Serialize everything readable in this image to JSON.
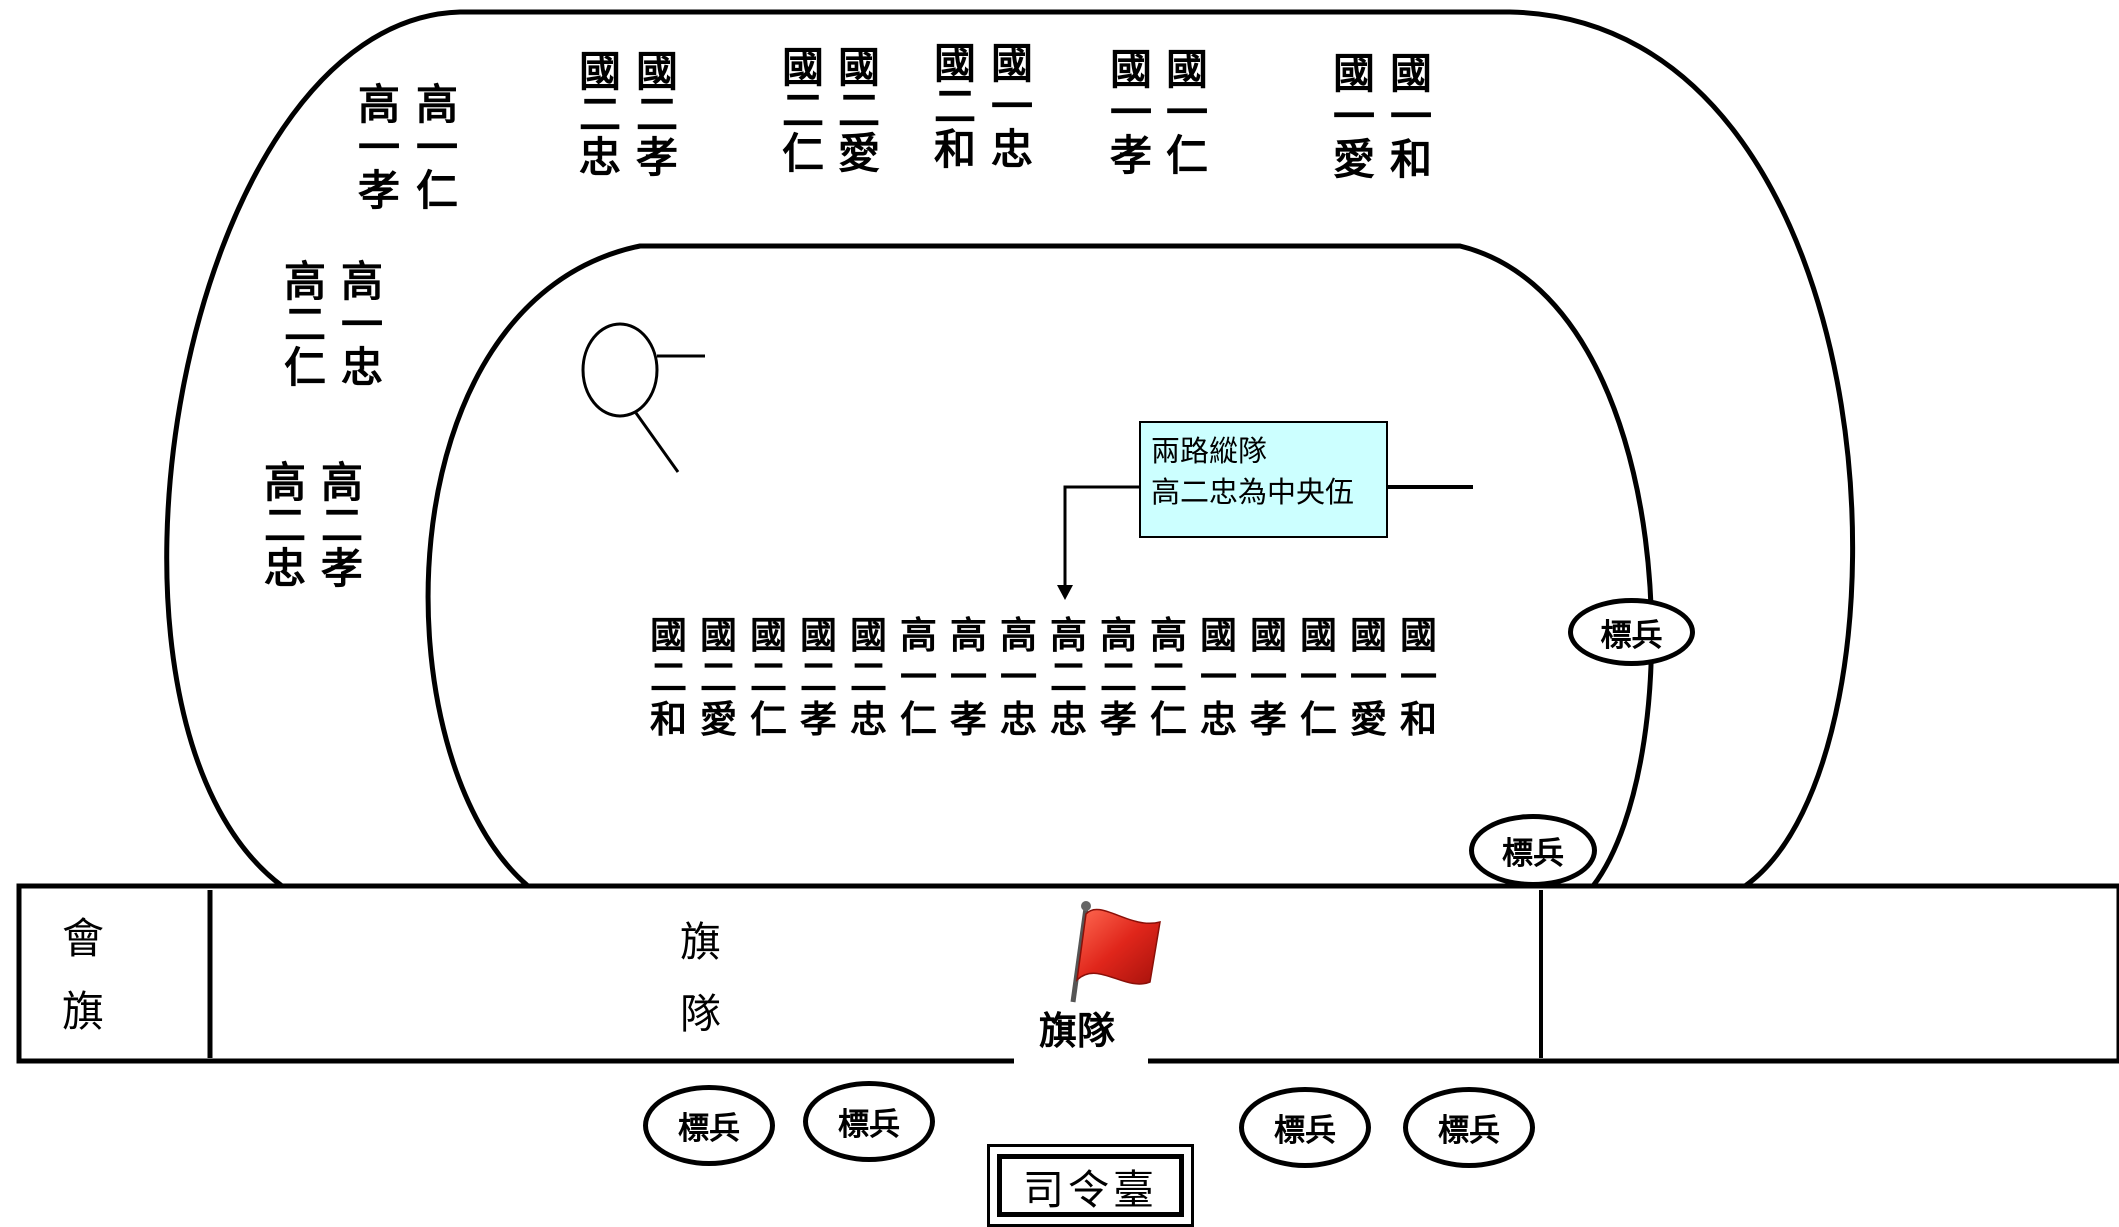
{
  "formation": {
    "track_classes": [
      {
        "id": "g1-xiao",
        "label": [
          "高",
          "一",
          "孝"
        ]
      },
      {
        "id": "g1-ren",
        "label": [
          "高",
          "一",
          "仁"
        ]
      },
      {
        "id": "g2-ren",
        "label": [
          "高",
          "二",
          "仁"
        ]
      },
      {
        "id": "g1-zhong",
        "label": [
          "高",
          "一",
          "忠"
        ]
      },
      {
        "id": "g2-zhong",
        "label": [
          "高",
          "二",
          "忠"
        ]
      },
      {
        "id": "g2-xiao",
        "label": [
          "高",
          "二",
          "孝"
        ]
      },
      {
        "id": "j2-zhong",
        "label": [
          "國",
          "二",
          "忠"
        ]
      },
      {
        "id": "j2-xiao",
        "label": [
          "國",
          "二",
          "孝"
        ]
      },
      {
        "id": "j2-ren",
        "label": [
          "國",
          "二",
          "仁"
        ]
      },
      {
        "id": "j2-ai",
        "label": [
          "國",
          "二",
          "愛"
        ]
      },
      {
        "id": "j2-he",
        "label": [
          "國",
          "二",
          "和"
        ]
      },
      {
        "id": "j1-zhong",
        "label": [
          "國",
          "一",
          "忠"
        ]
      },
      {
        "id": "j1-xiao",
        "label": [
          "國",
          "一",
          "孝"
        ]
      },
      {
        "id": "j1-ren",
        "label": [
          "國",
          "一",
          "仁"
        ]
      },
      {
        "id": "j1-ai",
        "label": [
          "國",
          "一",
          "愛"
        ]
      },
      {
        "id": "j1-he",
        "label": [
          "國",
          "一",
          "和"
        ]
      }
    ],
    "field_row": [
      {
        "label": [
          "國",
          "二",
          "和"
        ]
      },
      {
        "label": [
          "國",
          "二",
          "愛"
        ]
      },
      {
        "label": [
          "國",
          "二",
          "仁"
        ]
      },
      {
        "label": [
          "國",
          "二",
          "孝"
        ]
      },
      {
        "label": [
          "國",
          "二",
          "忠"
        ]
      },
      {
        "label": [
          "高",
          "一",
          "仁"
        ]
      },
      {
        "label": [
          "高",
          "一",
          "孝"
        ]
      },
      {
        "label": [
          "高",
          "一",
          "忠"
        ]
      },
      {
        "label": [
          "高",
          "二",
          "忠"
        ]
      },
      {
        "label": [
          "高",
          "二",
          "孝"
        ]
      },
      {
        "label": [
          "高",
          "二",
          "仁"
        ]
      },
      {
        "label": [
          "國",
          "一",
          "忠"
        ]
      },
      {
        "label": [
          "國",
          "一",
          "孝"
        ]
      },
      {
        "label": [
          "國",
          "一",
          "仁"
        ]
      },
      {
        "label": [
          "國",
          "一",
          "愛"
        ]
      },
      {
        "label": [
          "國",
          "一",
          "和"
        ]
      }
    ]
  },
  "callout": {
    "line1": "兩路縱隊",
    "line2": "高二忠為中央伍"
  },
  "markers": {
    "guard": "標兵"
  },
  "bottom_bar": {
    "left_cell": [
      "會",
      "旗"
    ],
    "flag_team_vertical": [
      "旗",
      "隊"
    ],
    "flag_team_label": "旗隊"
  },
  "podium": {
    "label": "司令臺"
  },
  "colors": {
    "callout_bg": "#ccffff",
    "flag_red": "#e0261b",
    "ink": "#000000"
  },
  "icons": {
    "flag": "red-flag-icon",
    "magnifier": "magnifier-icon"
  }
}
